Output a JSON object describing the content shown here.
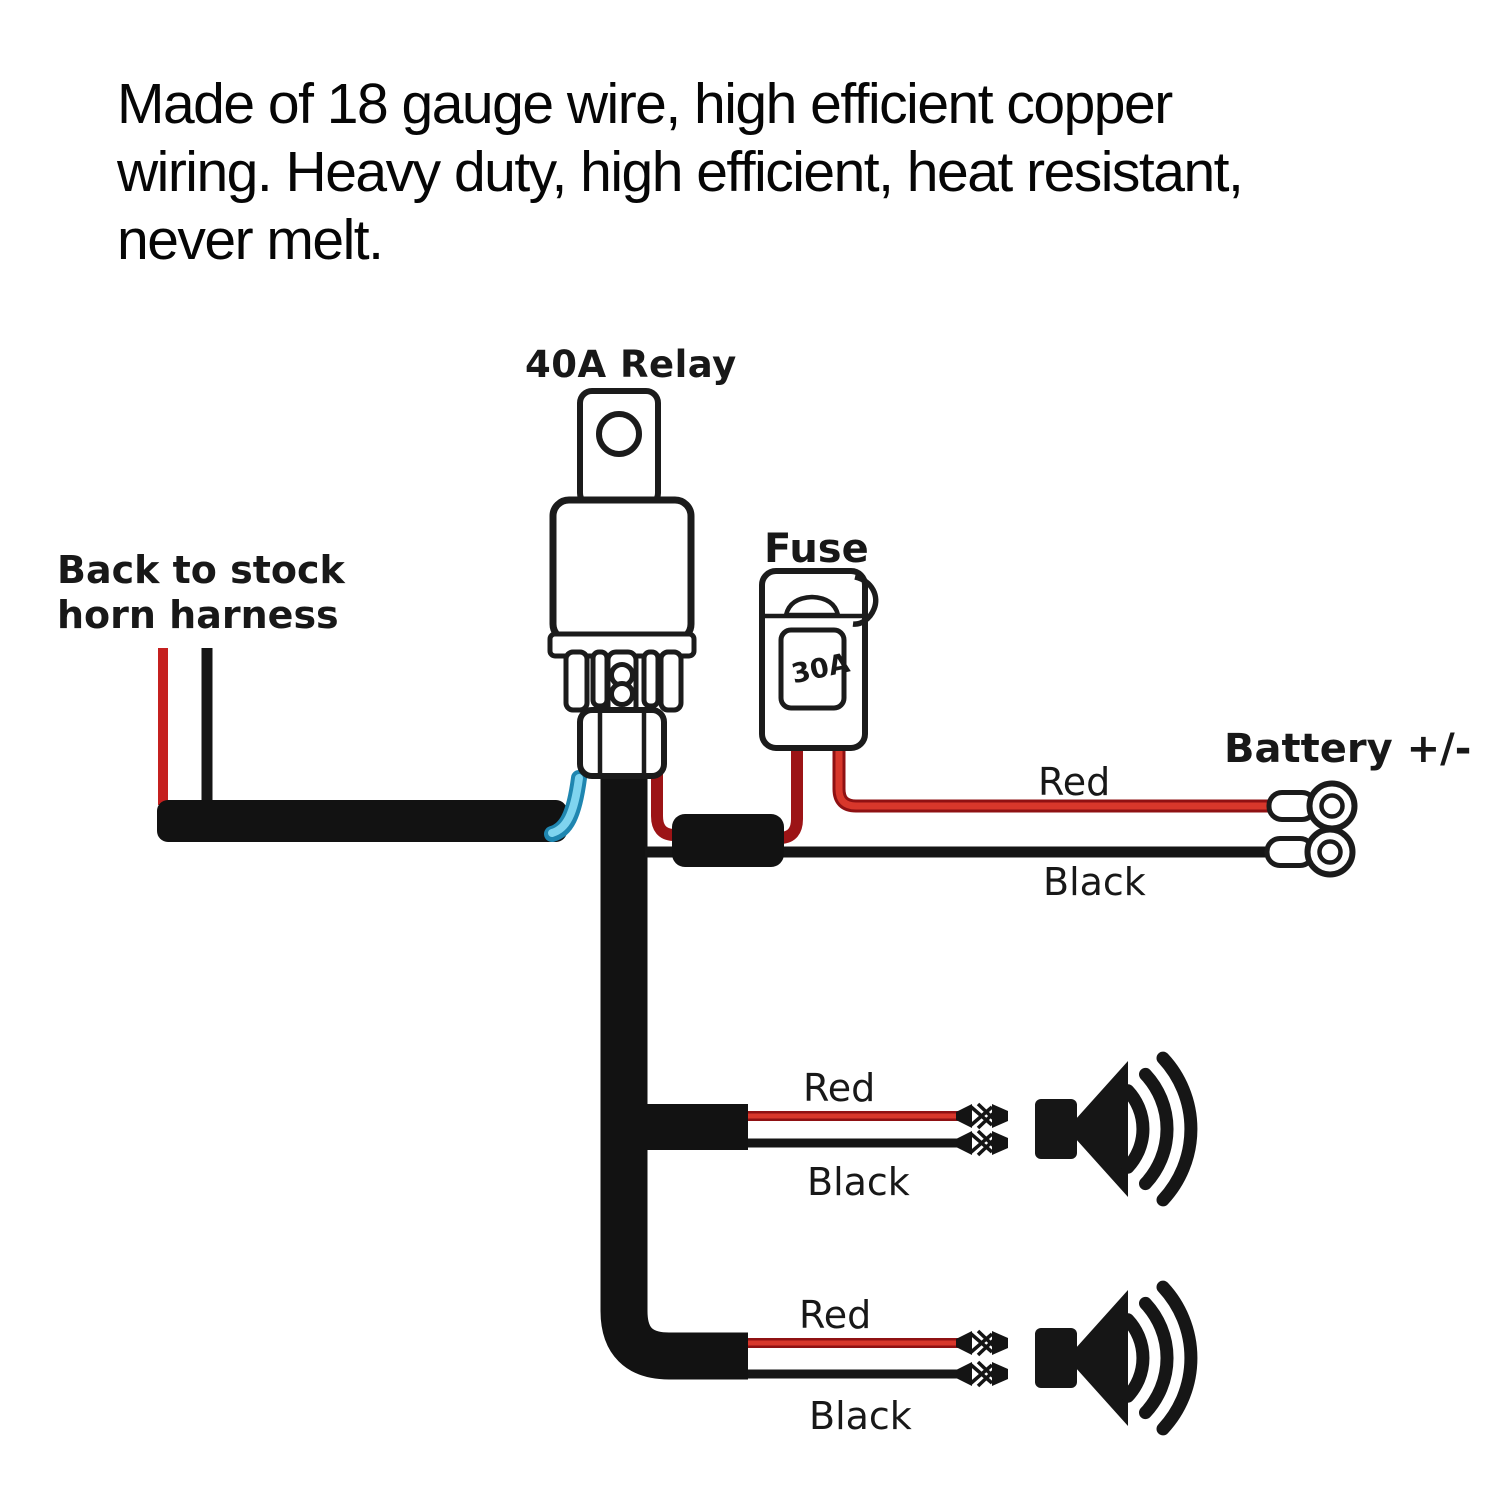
{
  "description": {
    "lines": [
      "Made of 18 gauge wire, high efficient copper",
      "wiring. Heavy duty, high efficient, heat resistant,",
      "never melt."
    ]
  },
  "labels": {
    "relay": "40A Relay",
    "fuse": "Fuse",
    "fuse_rating": "30A",
    "harness_line1": "Back to stock",
    "harness_line2": "horn harness",
    "battery": "Battery +/-",
    "battery_red": "Red",
    "battery_black": "Black",
    "horn1_red": "Red",
    "horn1_black": "Black",
    "horn2_red": "Red",
    "horn2_black": "Black"
  },
  "colors": {
    "background": "#ffffff",
    "wire_red": "#c5201f",
    "wire_red_bright": "#d8372b",
    "wire_red_dark": "#8f1113",
    "wire_black": "#151515",
    "wire_blue_light": "#7fd4ef",
    "wire_blue_dark": "#1f86b0",
    "component_outline": "#1b1b1b"
  }
}
